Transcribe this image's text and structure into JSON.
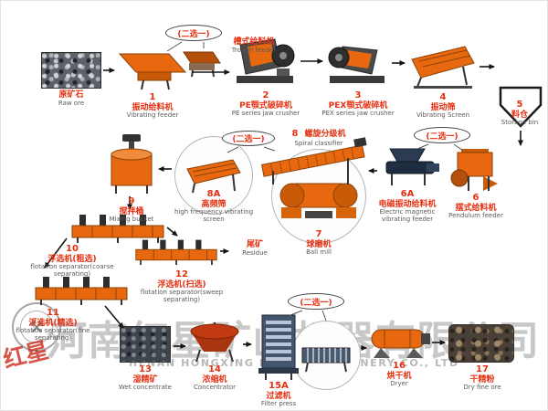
{
  "watermark": {
    "company_cn": "河南红星矿山机器有限公司",
    "company_en": "HENAN HONGXING MINING MACHINERY CO., LTD",
    "logo_text": "红星"
  },
  "bubble": {
    "choose_one": "(二选一)"
  },
  "colors": {
    "machine_orange": "#e8680f",
    "label_red": "#e53012",
    "dark_navy": "#24364e",
    "watermark_gray": "#919191"
  },
  "nodes": {
    "raw_ore": {
      "num": "",
      "cn": "原矿石",
      "en": "Raw ore"
    },
    "vibrating_feeder": {
      "num": "1",
      "cn": "振动给料机",
      "en": "Vibrating feeder"
    },
    "trough_feeder": {
      "num": "",
      "cn": "槽式给料机",
      "en": "Trough feeder"
    },
    "pe_jaw_crusher": {
      "num": "2",
      "cn": "PE颚式破碎机",
      "en": "PE series jaw crusher"
    },
    "pex_jaw_crusher": {
      "num": "3",
      "cn": "PEX颚式破碎机",
      "en": "PEX series jaw crusher"
    },
    "vibrating_screen": {
      "num": "4",
      "cn": "振动筛",
      "en": "Vibrating Screen"
    },
    "storage_bin": {
      "num": "5",
      "cn": "料仓",
      "en": "Storage bin"
    },
    "electromagnetic_feeder": {
      "num": "6A",
      "cn": "电磁振动给料机",
      "en": "Electric magnetic vibrating feeder"
    },
    "pendulum_feeder": {
      "num": "6",
      "cn": "摆式给料机",
      "en": "Pendulum feeder"
    },
    "ball_mill": {
      "num": "7",
      "cn": "球磨机",
      "en": "Ball mill"
    },
    "spiral_classifier": {
      "num": "8",
      "cn": "螺旋分级机",
      "en": "Spiral classifier"
    },
    "high_frequency_screen": {
      "num": "8A",
      "cn": "高频筛",
      "en": "high frequency vibrating screen"
    },
    "mixing_bucket": {
      "num": "9",
      "cn": "搅拌桶",
      "en": "Mixing bucket"
    },
    "flotation_coarse": {
      "num": "10",
      "cn": "浮选机(粗选)",
      "en": "flotation separator(coarse separating)"
    },
    "flotation_sweep": {
      "num": "12",
      "cn": "浮选机(扫选)",
      "en": "flotation separator(sweep separating)"
    },
    "residue": {
      "num": "",
      "cn": "尾矿",
      "en": "Residue"
    },
    "flotation_fine": {
      "num": "11",
      "cn": "浮选机(精选)",
      "en": "flotation separator(fine separating)"
    },
    "wet_concentrate": {
      "num": "13",
      "cn": "湿精矿",
      "en": "Wet concentrate"
    },
    "concentrator": {
      "num": "14",
      "cn": "浓缩机",
      "en": "Concentrator"
    },
    "filter_press": {
      "num": "15A",
      "cn": "过滤机",
      "en": "Filter press"
    },
    "dryer": {
      "num": "16",
      "cn": "烘干机",
      "en": "Dryer"
    },
    "dry_fine_ore": {
      "num": "17",
      "cn": "干精粉",
      "en": "Dry fine ore"
    }
  }
}
